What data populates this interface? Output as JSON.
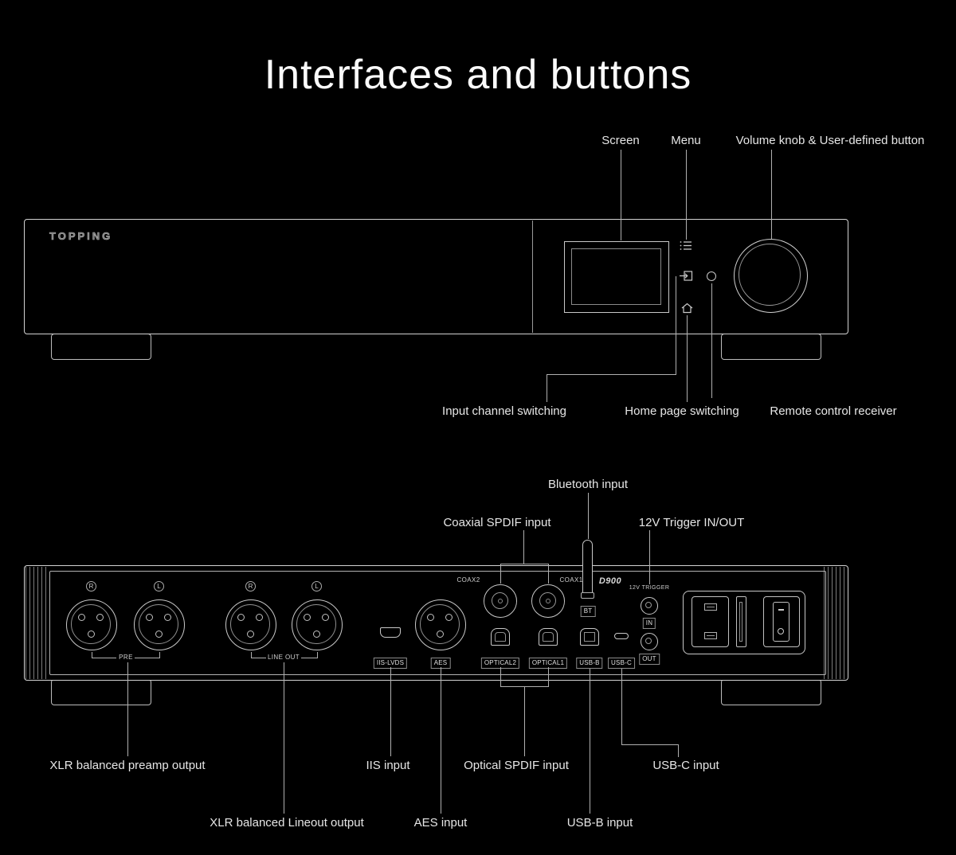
{
  "theme": {
    "background": "#000000",
    "line_color": "#b0b0b0",
    "text_color": "#e6e6e6"
  },
  "page": {
    "title": "Interfaces and buttons"
  },
  "front": {
    "brand": "TOPPING",
    "callouts_top": {
      "screen": "Screen",
      "menu": "Menu",
      "volume": "Volume knob & User-defined button"
    },
    "callouts_bottom": {
      "input": "Input channel switching",
      "home": "Home page switching",
      "remote": "Remote control receiver"
    }
  },
  "rear": {
    "model": "D900",
    "callouts_top": {
      "bluetooth": "Bluetooth input",
      "coax": "Coaxial SPDIF input",
      "trigger": "12V Trigger IN/OUT"
    },
    "callouts_bottom": {
      "preamp": "XLR balanced preamp output",
      "lineout": "XLR balanced Lineout output",
      "iis": "IIS input",
      "aes": "AES input",
      "optical": "Optical SPDIF input",
      "usbb": "USB-B input",
      "usbc": "USB-C input"
    },
    "channels": {
      "r": "R",
      "l": "L"
    },
    "ports": {
      "pre": "PRE",
      "line_out": "LINE OUT",
      "iis_lvds": "IIS-LVDS",
      "aes": "AES",
      "coax2": "COAX2",
      "coax1": "COAX1",
      "bt": "BT",
      "optical2": "OPTICAL2",
      "optical1": "OPTICAL1",
      "usb_b": "USB-B",
      "usb_c": "USB-C",
      "trigger": "12V TRIGGER",
      "trigger_in": "IN",
      "trigger_out": "OUT"
    }
  }
}
